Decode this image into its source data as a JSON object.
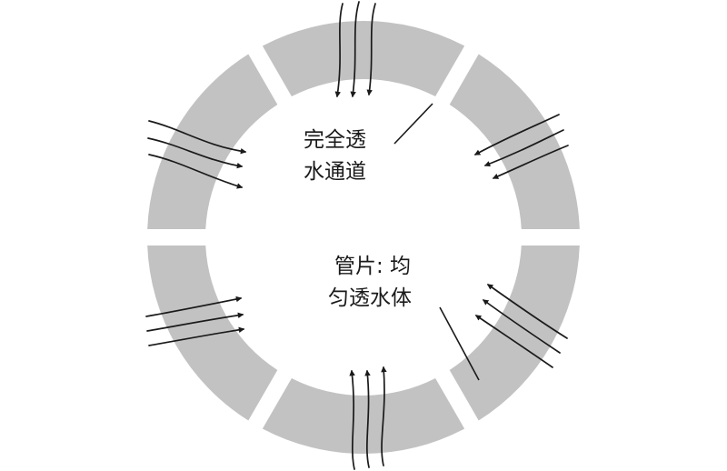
{
  "labels": {
    "channel_line1": "完全透",
    "channel_line2": "水通道",
    "segment_line1": "管片: 均",
    "segment_line2": "匀透水体"
  },
  "colors": {
    "segment_fill": "#c2c2c2",
    "stroke": "#1a1a1a",
    "background": "#ffffff"
  }
}
